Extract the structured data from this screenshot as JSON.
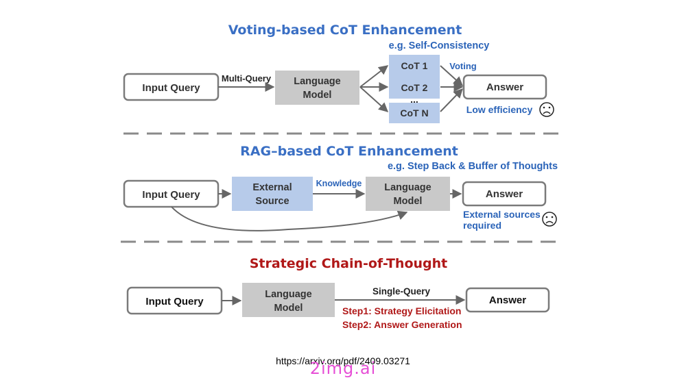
{
  "colors": {
    "title_blue": "#3a6fc4",
    "title_red": "#b01818",
    "label_blue": "#2a63b8",
    "label_red": "#b01818",
    "box_gray": "#c9c9c9",
    "box_blue": "#b7cbea",
    "stroke_gray": "#7a7a7a",
    "dash_gray": "#8a8a8a"
  },
  "voting": {
    "title": "Voting-based CoT Enhancement",
    "example": "e.g. Self-Consistency",
    "input_query": "Input Query",
    "edge_label": "Multi-Query",
    "model_line1": "Language",
    "model_line2": "Model",
    "cot1": "CoT 1",
    "cot2": "CoT 2",
    "ellipsis": "...",
    "cotn": "CoT N",
    "voting_label": "Voting",
    "answer": "Answer",
    "drawback": "Low efficiency",
    "sad_icon": "sad-face-icon"
  },
  "rag": {
    "title": "RAG–based CoT Enhancement",
    "example": "e.g. Step Back & Buffer of Thoughts",
    "input_query": "Input Query",
    "source_line1": "External",
    "source_line2": "Source",
    "edge_label": "Knowledge",
    "model_line1": "Language",
    "model_line2": "Model",
    "answer": "Answer",
    "drawback_line1": "External sources",
    "drawback_line2": "required",
    "sad_icon": "sad-face-icon"
  },
  "strategic": {
    "title": "Strategic Chain-of-Thought",
    "input_query": "Input Query",
    "model_line1": "Language",
    "model_line2": "Model",
    "edge_label": "Single-Query",
    "step1": "Step1: Strategy Elicitation",
    "step2": "Step2: Answer Generation",
    "answer": "Answer"
  },
  "source_url": "https://arxiv.org/pdf/2409.03271",
  "watermark": "2img.ai"
}
